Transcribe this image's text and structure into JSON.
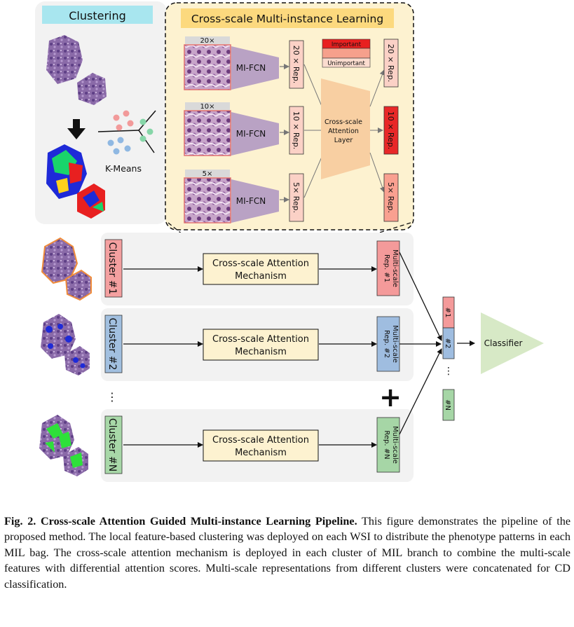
{
  "clustering": {
    "title": "Clustering",
    "method_label": "K-Means",
    "colors": {
      "title_bg": "#a8e6ef",
      "panel_bg": "#f2f2f2"
    }
  },
  "cross_scale": {
    "title": "Cross-scale Multi-instance Learning",
    "scales": [
      "20×",
      "10×",
      "5×"
    ],
    "encoder_label": "MI-FCN",
    "rep_labels": [
      "20 × Rep.",
      "10 × Rep.",
      "5× Rep."
    ],
    "attention_layer_label": [
      "Cross-scale",
      "Attention",
      "Layer"
    ],
    "legend": {
      "important": "Important",
      "unimportant": "Unimportant"
    },
    "output_rep_colors": [
      "#fbd1c6",
      "#e82828",
      "#f9a090"
    ],
    "colors": {
      "panel_bg": "#fdf2d0",
      "title_bg": "#fcd97e",
      "encoder": "#b9a2c4",
      "attention": "#f8cfa2",
      "rep_input": "#fbd1c6"
    }
  },
  "branches": [
    {
      "cluster_label": "Cluster #1",
      "mechanism_label": [
        "Cross-scale Attention",
        "Mechanism"
      ],
      "rep_label": [
        "Multi-",
        "scale",
        "Rep. #1"
      ],
      "color": "#f4a0a0",
      "rep_color": "#f49a9a"
    },
    {
      "cluster_label": "Cluster #2",
      "mechanism_label": [
        "Cross-scale Attention",
        "Mechanism"
      ],
      "rep_label": [
        "Multi-",
        "scale",
        "Rep. #2"
      ],
      "color": "#a2c0e0",
      "rep_color": "#9fbde0"
    },
    {
      "cluster_label": "Cluster #N",
      "mechanism_label": [
        "Cross-scale Attention",
        "Mechanism"
      ],
      "rep_label": [
        "Multi-",
        "scale",
        "Rep. #N"
      ],
      "color": "#a8d8a8",
      "rep_color": "#a6d6a6"
    }
  ],
  "ellipsis": "⋮",
  "plus": "+",
  "concat_labels": [
    "#1",
    "#2",
    "#N"
  ],
  "classifier_label": "Classifier",
  "caption": {
    "bold": "Fig. 2. Cross-scale Attention Guided Multi-instance Learning Pipeline.",
    "text": " This figure demonstrates the pipeline of the proposed method. The local feature-based clustering was deployed on each WSI to distribute the phenotype patterns in each MIL bag. The cross-scale attention mechanism is deployed in each cluster of MIL branch to combine the multi-scale features with differential attention scores. Multi-scale representations from different clusters were concatenated for CD classification."
  }
}
